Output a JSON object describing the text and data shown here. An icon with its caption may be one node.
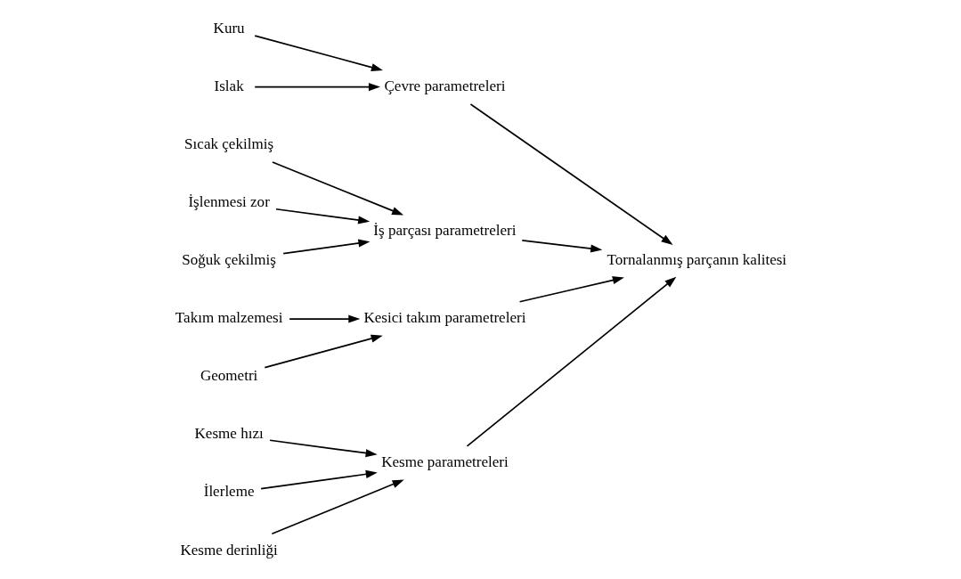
{
  "diagram": {
    "nodes": [
      {
        "text": [
          "Kesme parametreleri"
        ]
      },
      {
        "text": [
          "Kesme hızı"
        ]
      },
      {
        "text": [
          "İlerleme"
        ]
      },
      {
        "text": [
          "Kesme derinliği"
        ]
      },
      {
        "text": [
          "Çevre parametreleri"
        ]
      },
      {
        "text": [
          "Kuru"
        ]
      },
      {
        "text": [
          "Islak"
        ]
      },
      {
        "text": [
          "Tornalanmış parçanın kalitesi"
        ]
      },
      {
        "text": [
          "Sıcak çekilmiş"
        ]
      },
      {
        "text": [
          "İşlenmesi zor"
        ]
      },
      {
        "text": [
          "Soğuk çekilmiş"
        ]
      },
      {
        "text": [
          "İş parçası parametreleri"
        ]
      },
      {
        "text": [
          "Takım malzemesi"
        ]
      },
      {
        "text": [
          "Geometri"
        ]
      },
      {
        "text": [
          "Kesici takım parametreleri"
        ]
      }
    ],
    "edges": [
      {
        "from": 1,
        "to": 0,
        "arrow": "to"
      },
      {
        "from": 2,
        "to": 0,
        "arrow": "to"
      },
      {
        "from": 3,
        "to": 0,
        "arrow": "to"
      },
      {
        "from": 0,
        "to": 7,
        "arrow": "to"
      },
      {
        "from": 5,
        "to": 4,
        "arrow": "to"
      },
      {
        "from": 6,
        "to": 4,
        "arrow": "to"
      },
      {
        "from": 4,
        "to": 7,
        "arrow": "to"
      },
      {
        "from": 8,
        "to": 11,
        "arrow": "to"
      },
      {
        "from": 9,
        "to": 11,
        "arrow": "to"
      },
      {
        "from": 10,
        "to": 11,
        "arrow": "to"
      },
      {
        "from": 11,
        "to": 7,
        "arrow": "to"
      },
      {
        "from": 12,
        "to": 14,
        "arrow": "to"
      },
      {
        "from": 13,
        "to": 14,
        "arrow": "to"
      },
      {
        "from": 14,
        "to": 7,
        "arrow": "to"
      }
    ]
  }
}
